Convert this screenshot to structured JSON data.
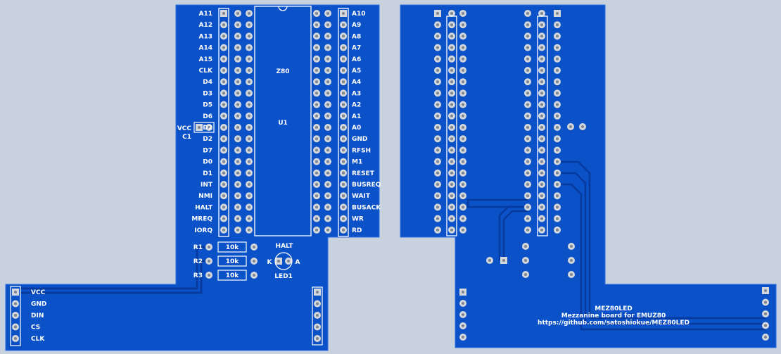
{
  "colors": {
    "background": "#c8d2df",
    "board": "#0b51c7",
    "board_edge": "#2f6ee0",
    "trace": "#063a9e",
    "silk": "#ffffff",
    "pad": "#d4d7db",
    "pad_hole": "#7d848e"
  },
  "front": {
    "left_pins": [
      "A11",
      "A12",
      "A13",
      "A14",
      "A15",
      "CLK",
      "D4",
      "D3",
      "D5",
      "D6",
      "VCC",
      "D2",
      "D7",
      "D0",
      "D1",
      "INT",
      "NMI",
      "HALT",
      "MREQ",
      "IORQ"
    ],
    "right_pins": [
      "A10",
      "A9",
      "A8",
      "A7",
      "A6",
      "A5",
      "A4",
      "A3",
      "A2",
      "A1",
      "A0",
      "GND",
      "RFSH",
      "M1",
      "RESET",
      "BUSREQ",
      "WAIT",
      "BUSACK",
      "WR",
      "RD"
    ],
    "chip_name": "Z80",
    "chip_ref": "U1",
    "cap_label_vcc": "VCC",
    "cap_ref": "C1",
    "resistors": [
      {
        "ref": "R1",
        "value": "10k"
      },
      {
        "ref": "R2",
        "value": "10k"
      },
      {
        "ref": "R3",
        "value": "10k"
      }
    ],
    "led_label": "HALT",
    "led_ref": "LED1",
    "led_k": "K",
    "led_a": "A",
    "header_labels": [
      "VCC",
      "GND",
      "DIN",
      "CS",
      "CLK"
    ]
  },
  "back": {
    "title": "MEZ80LED",
    "subtitle": "Mezzanine board for EMUZ80",
    "url": "https://github.com/satoshiokue/MEZ80LED"
  }
}
